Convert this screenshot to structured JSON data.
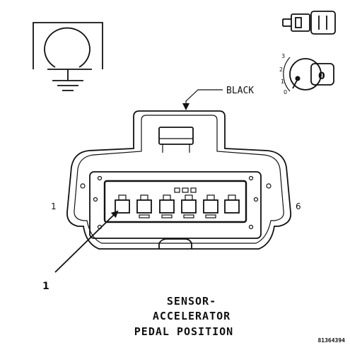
{
  "connector": {
    "color_label": "BLACK",
    "pin_first": "1",
    "pin_last": "6",
    "pointer_label": "1"
  },
  "title_lines": [
    "SENSOR-",
    "ACCELERATOR",
    "PEDAL POSITION"
  ],
  "reference_number": "81364394",
  "ignition_key": {
    "positions": [
      "3",
      "2",
      "1",
      "0"
    ],
    "cylinder_label": "0"
  },
  "icons": [
    "ground-symbol-icon",
    "connector-plug-icon",
    "ignition-key-icon"
  ]
}
